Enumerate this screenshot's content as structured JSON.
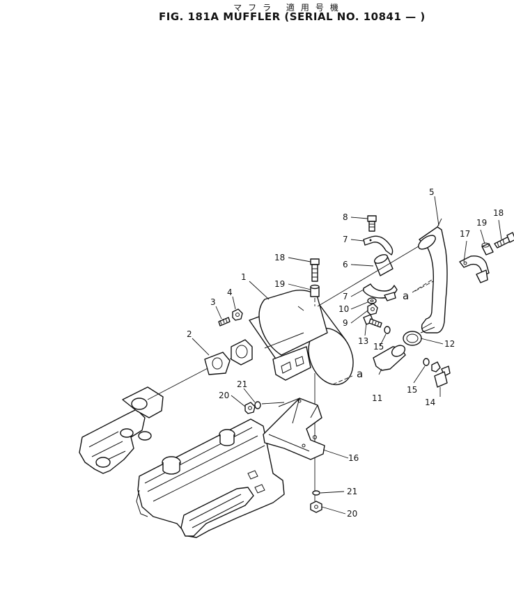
{
  "header": {
    "jp_title": "マフラ 適用号機",
    "fig_title": "FIG. 181A  MUFFLER (SERIAL NO. 10841 — )"
  },
  "callouts": {
    "muffler": "1",
    "gasket": "2",
    "stud": "3",
    "nut_stud": "4",
    "tail_pipe": "5",
    "sleeve": "6",
    "clamp_upper": "7",
    "clamp_lower": "7",
    "bolt_top": "8",
    "bolt_mid": "9",
    "washer_mid": "10",
    "outlet_pipe": "11",
    "clamp_ring": "12",
    "bolt_clamp": "13",
    "nut_clamp": "14",
    "washer_upper": "15",
    "washer_lower": "15",
    "bracket": "16",
    "support": "17",
    "bolt_support": "18",
    "bolt_muffler": "18",
    "spacer_support": "19",
    "spacer_muffler": "19",
    "nut_left": "20",
    "nut_bottom": "20",
    "washer_left": "21",
    "washer_bottom": "21"
  },
  "refs": {
    "a_top": "a",
    "a_mid": "a"
  }
}
